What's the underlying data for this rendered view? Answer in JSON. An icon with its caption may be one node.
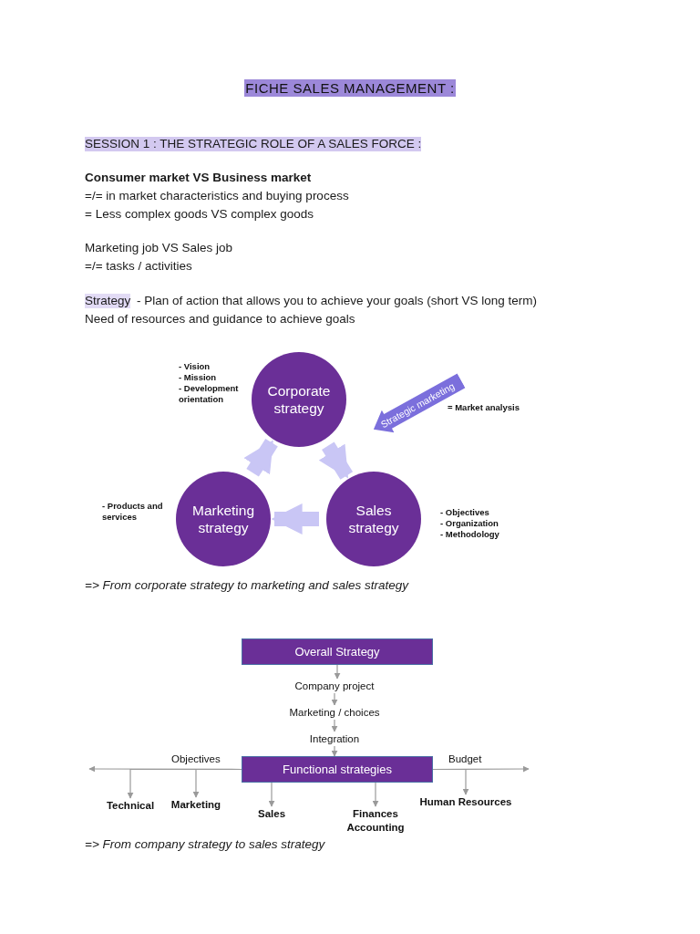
{
  "diagram": {
    "title": "FICHE SALES MANAGEMENT :",
    "nodes": [
      {
        "text": [
          "Corporate strategy"
        ],
        "beside": [
          "- Vision",
          "- Mission",
          "- Development orientation"
        ]
      },
      {
        "text": [
          "Sales strategy"
        ],
        "beside": [
          "- Objectives",
          "- Organization",
          "- Methodology"
        ]
      },
      {
        "text": [
          "Marketing strategy"
        ],
        "beside": [
          "- Products and services"
        ]
      },
      {
        "text": [
          "Strategic marketing"
        ],
        "beside": [
          "= Market analysis"
        ]
      },
      {
        "text": [
          "Overall Strategy"
        ]
      },
      {
        "text": [
          "Functional strategies"
        ]
      },
      {
        "text": [
          "Company project"
        ]
      },
      {
        "text": [
          "Marketing / choices"
        ]
      },
      {
        "text": [
          "Integration"
        ]
      },
      {
        "text": [
          "Technical"
        ]
      },
      {
        "text": [
          "Marketing"
        ]
      },
      {
        "text": [
          "Sales"
        ]
      },
      {
        "text": [
          "Finances Accounting"
        ]
      },
      {
        "text": [
          "Human Resources"
        ]
      }
    ],
    "edges": [
      {
        "from": 2,
        "to": 0,
        "arrow": "to",
        "style": "thick",
        "color": "#c9c6f5"
      },
      {
        "from": 0,
        "to": 1,
        "arrow": "to",
        "style": "thick",
        "color": "#c9c6f5"
      },
      {
        "from": 1,
        "to": 2,
        "arrow": "to",
        "style": "thick",
        "color": "#c9c6f5"
      },
      {
        "from": 4,
        "to": 6,
        "arrow": "to"
      },
      {
        "from": 6,
        "to": 7,
        "arrow": "to"
      },
      {
        "from": 7,
        "to": 8,
        "arrow": "to"
      },
      {
        "from": 8,
        "to": 5,
        "arrow": "to"
      },
      {
        "from": 5,
        "to": null,
        "arrow": "to",
        "label": "Objectives"
      },
      {
        "from": 5,
        "to": null,
        "arrow": "to",
        "label": "Budget"
      },
      {
        "from": 5,
        "to": 9,
        "arrow": "to"
      },
      {
        "from": 5,
        "to": 10,
        "arrow": "to"
      },
      {
        "from": 5,
        "to": 11,
        "arrow": "to"
      },
      {
        "from": 5,
        "to": 12,
        "arrow": "to"
      },
      {
        "from": 5,
        "to": 13,
        "arrow": "to"
      }
    ],
    "labels": [
      "SESSION 1 : THE STRATEGIC ROLE OF A SALES FORCE :",
      "Consumer market VS Business market",
      "=/= in market characteristics and buying process",
      "= Less complex goods VS complex goods",
      "Marketing job VS Sales job",
      "=/= tasks / activities",
      "Strategy",
      "- Plan of action that allows you to achieve your goals (short VS long term)",
      "Need of resources and guidance to achieve goals",
      "=> From corporate strategy to marketing and sales strategy",
      "=> From company strategy to sales strategy"
    ]
  }
}
